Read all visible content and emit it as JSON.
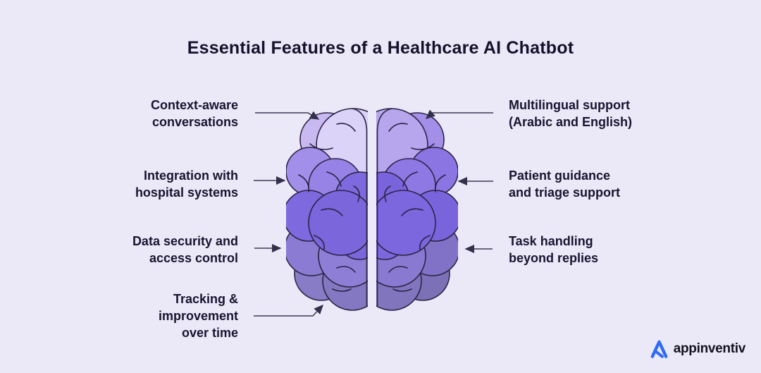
{
  "title": "Essential Features of a Healthcare AI Chatbot",
  "center_illustration": "brain-top-view",
  "features": {
    "left": [
      {
        "name": "context-aware-conversations",
        "lines": [
          "Context-aware",
          "conversations"
        ]
      },
      {
        "name": "integration-hospital-systems",
        "lines": [
          "Integration with",
          "hospital systems"
        ]
      },
      {
        "name": "data-security-access-control",
        "lines": [
          "Data security and",
          "access control"
        ]
      },
      {
        "name": "tracking-improvement-over-time",
        "lines": [
          "Tracking &",
          "improvement",
          "over time"
        ]
      }
    ],
    "right": [
      {
        "name": "multilingual-support",
        "lines": [
          "Multilingual support",
          "(Arabic and English)"
        ]
      },
      {
        "name": "patient-guidance-triage",
        "lines": [
          "Patient guidance",
          "and triage support"
        ]
      },
      {
        "name": "task-handling-beyond-replies",
        "lines": [
          "Task handling",
          "beyond replies"
        ]
      }
    ]
  },
  "logo": {
    "brand": "appinventiv",
    "icon": "appinventiv-a-icon",
    "icon_color": "#2F6BF6"
  },
  "colors": {
    "background": "#EBE8F8",
    "text": "#181430",
    "arrow": "#3D3A52",
    "brain_outline": "#2B2444",
    "brain_left_light": "#DCD3F8",
    "brain_right_light": "#B7A5EE",
    "brain_vivid_purple": "#7C66DD",
    "brain_muted_violet": "#8B7BD2",
    "brain_bottom_gray_purple": "#8478C2"
  }
}
